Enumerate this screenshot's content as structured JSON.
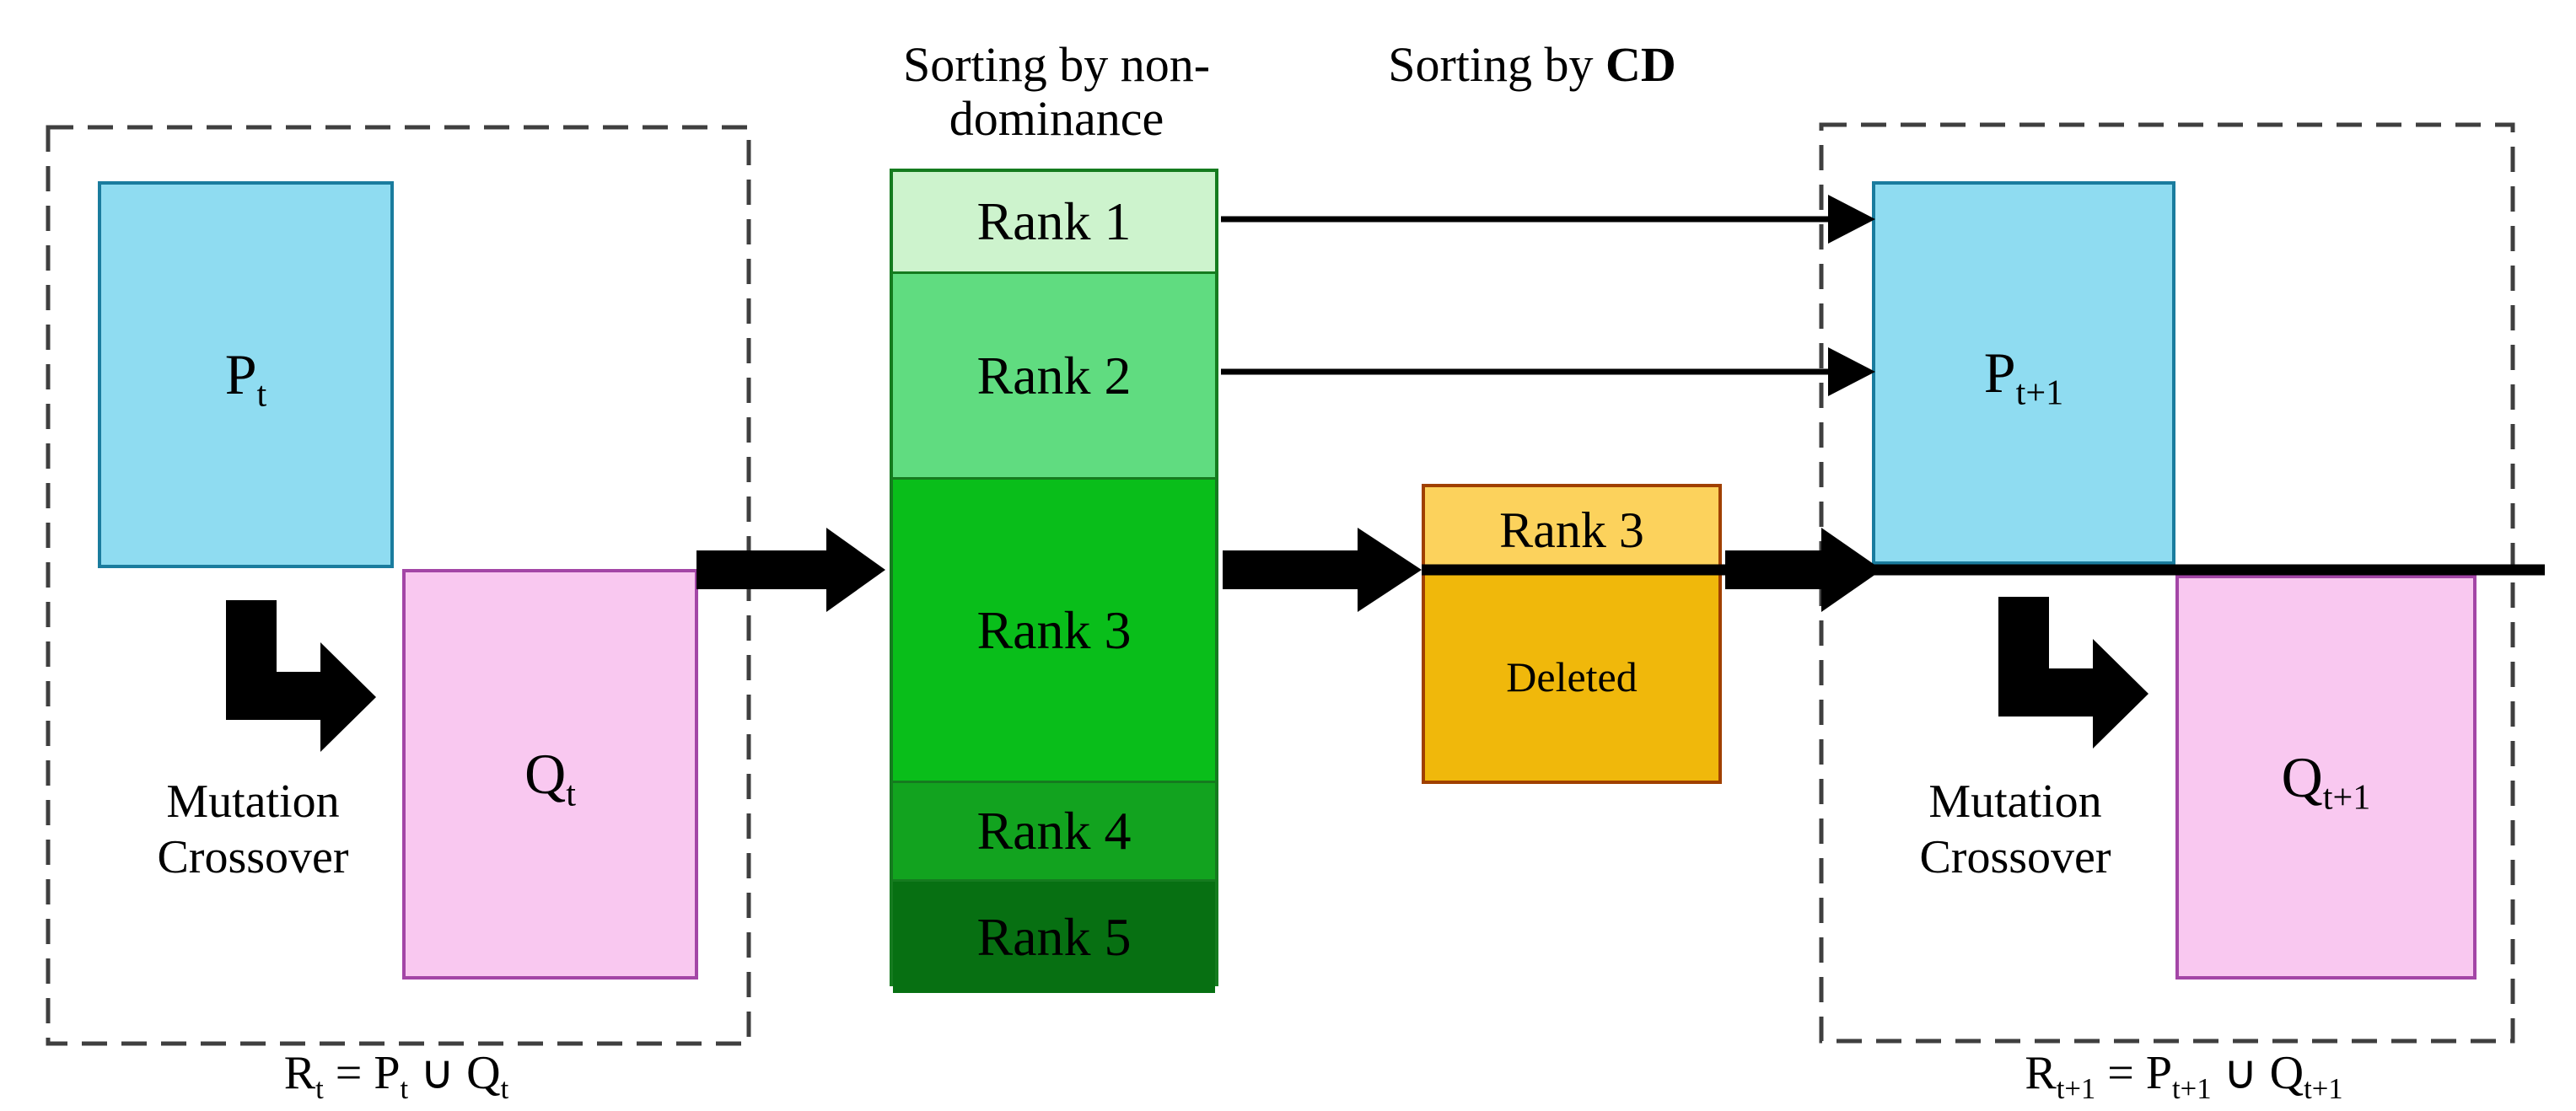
{
  "titles": {
    "nondominance_line1": "Sorting by non-",
    "nondominance_line2": "dominance",
    "cd_prefix": "Sorting by ",
    "cd_term": "CD"
  },
  "left_set": {
    "p_base": "P",
    "p_sub": "t",
    "q_base": "Q",
    "q_sub": "t",
    "operator_line1": "Mutation",
    "operator_line2": "Crossover",
    "equation": {
      "r_base": "R",
      "r_sub": "t",
      "equals": " = ",
      "p_base": "P",
      "p_sub": "t",
      "union": " ∪ ",
      "q_base": "Q",
      "q_sub": "t"
    }
  },
  "right_set": {
    "p_base": "P",
    "p_sub": "t+1",
    "q_base": "Q",
    "q_sub": "t+1",
    "operator_line1": "Mutation",
    "operator_line2": "Crossover",
    "equation": {
      "r_base": "R",
      "r_sub": "t+1",
      "equals": " = ",
      "p_base": "P",
      "p_sub": "t+1",
      "union": " ∪ ",
      "q_base": "Q",
      "q_sub": "t+1"
    }
  },
  "ranks": [
    {
      "label": "Rank 1",
      "color": "#cdf3cd"
    },
    {
      "label": "Rank 2",
      "color": "#60dc80"
    },
    {
      "label": "Rank 3",
      "color": "#09be1a"
    },
    {
      "label": "Rank 4",
      "color": "#12a31f"
    },
    {
      "label": "Rank 5",
      "color": "#077012"
    }
  ],
  "deleted_box": {
    "rank_label": "Rank 3",
    "deleted_label": "Deleted",
    "top_color": "#fcd25c",
    "bottom_color": "#f0b80b",
    "border_color": "#a04000"
  },
  "colors": {
    "population_fill": "#8fdcf1",
    "population_border": "#1a7c9e",
    "offspring_fill": "#f9c8f0",
    "offspring_border": "#a346a6",
    "rank_border": "#157b1f",
    "arrow": "#000000",
    "dash_border": "#3f3f3f"
  }
}
